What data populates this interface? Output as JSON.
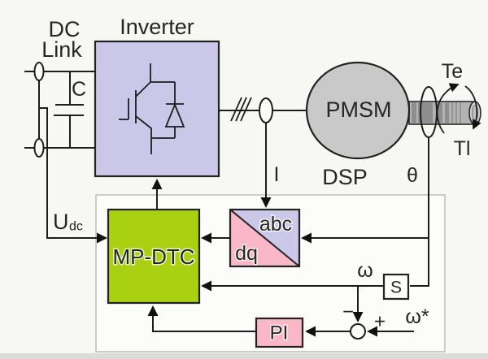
{
  "figure": {
    "background": "#f7f7f4",
    "bottom_bar_color": "#dcdcda",
    "colors": {
      "lavender": "#cbc7e8",
      "pink": "#f9b7c8",
      "green": "#a9d011",
      "motor_gray": "#c9c9c9",
      "shaft_gray": "#b3b3b3",
      "shaft_dark": "#8e8e8e",
      "wire": "#1d1d1d",
      "container_border": "#c0c0bd",
      "container_fill": "#fcfcfa"
    },
    "power_section": {
      "dc_label": "DC",
      "link_label": "Link",
      "capacitor_label": "C",
      "inverter_label": "Inverter",
      "udc_label_main": "U",
      "udc_label_sub": "dc"
    },
    "motor": {
      "label": "PMSM",
      "torque_electric": "Te",
      "torque_load": "Tl",
      "position": "θ",
      "current": "I"
    },
    "controller": {
      "dsp_label": "DSP",
      "mp_dtc_label": "MP-DTC",
      "transform_abc": "abc",
      "transform_dq": "dq",
      "pi_label": "PI",
      "s_label": "S",
      "omega": "ω",
      "omega_ref": "ω*",
      "plus": "+",
      "minus": "−"
    }
  }
}
